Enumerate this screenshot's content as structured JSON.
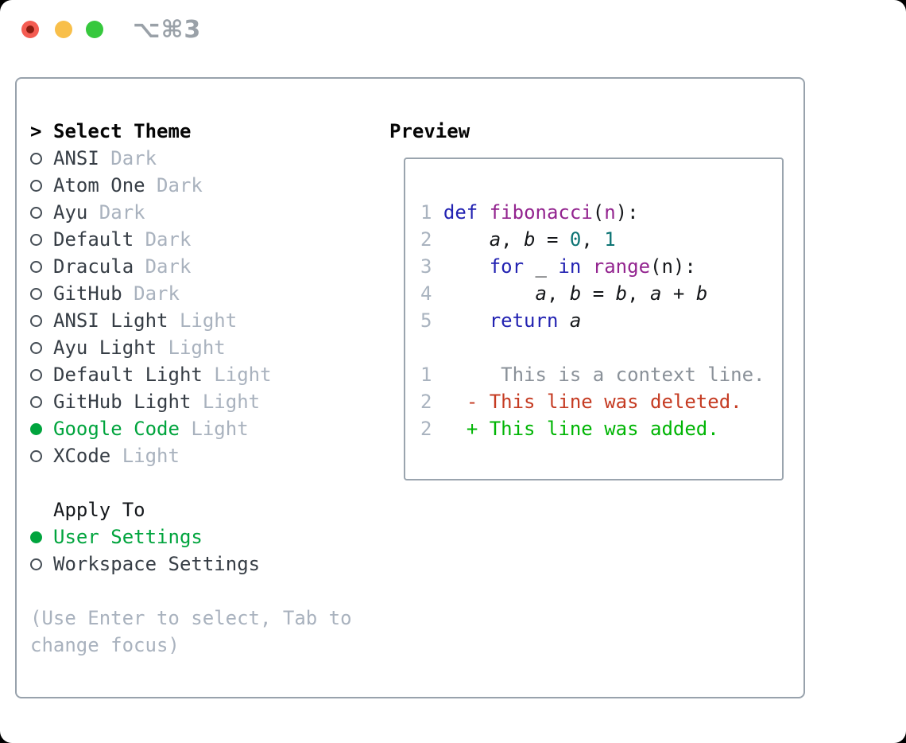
{
  "titlebar": {
    "shortcut_label": "⌥⌘3",
    "traffic_lights": [
      "close",
      "minimize",
      "zoom"
    ]
  },
  "colors": {
    "traffic_red": "#f45c52",
    "traffic_red_dot": "#8a1c10",
    "traffic_yellow": "#f8bf4a",
    "traffic_green": "#36c83d",
    "panel_border": "#98a2ac",
    "preview_border": "#9aa4ae",
    "text_dark": "#363d45",
    "muted_gray": "#a9b2be",
    "shortcut_gray": "#9aa1a8",
    "ui_green": "#00a43d",
    "line_number_gray": "#a9b3bf",
    "keyword_blue": "#2323b2",
    "function_purple": "#93248f",
    "literal_teal": "#0d7474",
    "context_gray": "#8a9199",
    "deleted_red": "#c53b22",
    "added_green": "#00b504"
  },
  "theme_list": {
    "header_marker": ">",
    "header": "Select Theme",
    "items": [
      {
        "name": "ANSI",
        "variant": "Dark",
        "selected": false
      },
      {
        "name": "Atom One",
        "variant": "Dark",
        "selected": false
      },
      {
        "name": "Ayu",
        "variant": "Dark",
        "selected": false
      },
      {
        "name": "Default",
        "variant": "Dark",
        "selected": false
      },
      {
        "name": "Dracula",
        "variant": "Dark",
        "selected": false
      },
      {
        "name": "GitHub",
        "variant": "Dark",
        "selected": false
      },
      {
        "name": "ANSI Light",
        "variant": "Light",
        "selected": false
      },
      {
        "name": "Ayu Light",
        "variant": "Light",
        "selected": false
      },
      {
        "name": "Default Light",
        "variant": "Light",
        "selected": false
      },
      {
        "name": "GitHub Light",
        "variant": "Light",
        "selected": false
      },
      {
        "name": "Google Code",
        "variant": "Light",
        "selected": true
      },
      {
        "name": "XCode",
        "variant": "Light",
        "selected": false
      }
    ]
  },
  "apply_to": {
    "header": "Apply To",
    "options": [
      {
        "label": "User Settings",
        "selected": true
      },
      {
        "label": "Workspace Settings",
        "selected": false
      }
    ]
  },
  "hint_text": "(Use Enter to select, Tab to change focus)",
  "preview": {
    "header": "Preview",
    "code_lines": [
      [
        {
          "t": "1",
          "c": "ln"
        },
        {
          "t": " ",
          "c": "pl"
        },
        {
          "t": "def",
          "c": "kw"
        },
        {
          "t": " ",
          "c": "pl"
        },
        {
          "t": "fibonacci",
          "c": "fn"
        },
        {
          "t": "(",
          "c": "pl"
        },
        {
          "t": "n",
          "c": "fn"
        },
        {
          "t": "):",
          "c": "pl"
        }
      ],
      [
        {
          "t": "2",
          "c": "ln"
        },
        {
          "t": "     ",
          "c": "pl"
        },
        {
          "t": "a",
          "c": "id"
        },
        {
          "t": ", ",
          "c": "pl"
        },
        {
          "t": "b",
          "c": "id"
        },
        {
          "t": " = ",
          "c": "pl"
        },
        {
          "t": "0",
          "c": "num"
        },
        {
          "t": ", ",
          "c": "pl"
        },
        {
          "t": "1",
          "c": "num"
        }
      ],
      [
        {
          "t": "3",
          "c": "ln"
        },
        {
          "t": "     ",
          "c": "pl"
        },
        {
          "t": "for",
          "c": "kw"
        },
        {
          "t": " _ ",
          "c": "pl"
        },
        {
          "t": "in",
          "c": "kw"
        },
        {
          "t": " ",
          "c": "pl"
        },
        {
          "t": "range",
          "c": "fn"
        },
        {
          "t": "(n):",
          "c": "pl"
        }
      ],
      [
        {
          "t": "4",
          "c": "ln"
        },
        {
          "t": "         ",
          "c": "pl"
        },
        {
          "t": "a",
          "c": "id"
        },
        {
          "t": ", ",
          "c": "pl"
        },
        {
          "t": "b",
          "c": "id"
        },
        {
          "t": " = ",
          "c": "pl"
        },
        {
          "t": "b",
          "c": "id"
        },
        {
          "t": ", ",
          "c": "pl"
        },
        {
          "t": "a",
          "c": "id"
        },
        {
          "t": " + ",
          "c": "pl"
        },
        {
          "t": "b",
          "c": "id"
        }
      ],
      [
        {
          "t": "5",
          "c": "ln"
        },
        {
          "t": "     ",
          "c": "pl"
        },
        {
          "t": "return",
          "c": "kw"
        },
        {
          "t": " ",
          "c": "pl"
        },
        {
          "t": "a",
          "c": "id"
        }
      ],
      [],
      [
        {
          "t": "1",
          "c": "ln"
        },
        {
          "t": "      This is a context line.",
          "c": "ctx"
        }
      ],
      [
        {
          "t": "2",
          "c": "ln"
        },
        {
          "t": "   ",
          "c": "pl"
        },
        {
          "t": "- This line was deleted.",
          "c": "del"
        }
      ],
      [
        {
          "t": "2",
          "c": "ln"
        },
        {
          "t": "   ",
          "c": "pl"
        },
        {
          "t": "+ This line was added.",
          "c": "add"
        }
      ]
    ]
  }
}
